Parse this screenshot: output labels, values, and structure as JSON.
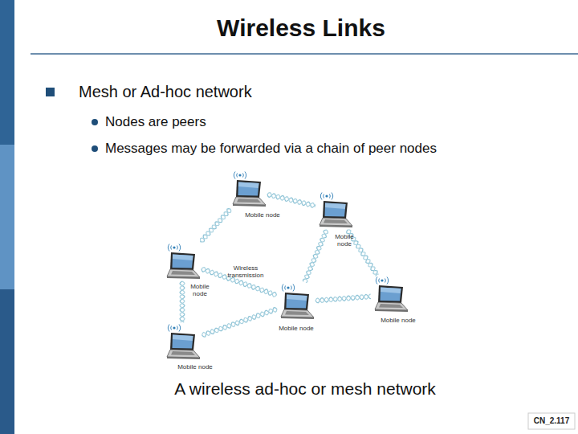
{
  "diagram": {
    "title": "Wireless Links",
    "caption": "A wireless ad-hoc or mesh network",
    "nodes": [
      {
        "text": [
          "Mobile node"
        ]
      },
      {
        "text": [
          "Mobile node"
        ]
      },
      {
        "text": [
          "Mobile node"
        ]
      },
      {
        "text": [
          "Mobile node"
        ]
      },
      {
        "text": [
          "Mobile node"
        ]
      },
      {
        "text": [
          "Mobile node"
        ]
      }
    ],
    "edges": [
      {
        "from": 0,
        "to": 2,
        "arrow": "none"
      },
      {
        "from": 0,
        "to": 1,
        "arrow": "none"
      },
      {
        "from": 1,
        "to": 3,
        "arrow": "none"
      },
      {
        "from": 1,
        "to": 4,
        "arrow": "none"
      },
      {
        "from": 2,
        "to": 3,
        "arrow": "none"
      },
      {
        "from": 2,
        "to": 5,
        "arrow": "none"
      },
      {
        "from": 3,
        "to": 4,
        "arrow": "none"
      },
      {
        "from": 3,
        "to": 5,
        "arrow": "none"
      }
    ],
    "labels": [
      "Mesh or Ad-hoc network",
      "Nodes are peers",
      "Messages may be forwarded via a chain of peer nodes",
      "Wireless transmission",
      "CN_2.117"
    ]
  }
}
